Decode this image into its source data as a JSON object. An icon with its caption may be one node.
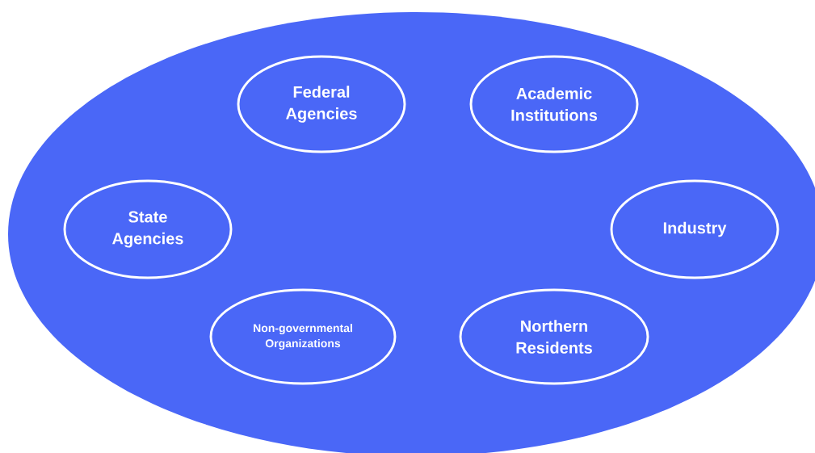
{
  "diagram": {
    "nodes": [
      {
        "text": [],
        "shape": "ellipse"
      },
      {
        "text": [
          "Federal Agencies"
        ],
        "in": 0
      },
      {
        "text": [
          "Academic Institutions"
        ],
        "in": 0
      },
      {
        "text": [
          "State Agencies"
        ],
        "in": 0
      },
      {
        "text": [
          "Industry"
        ],
        "in": 0
      },
      {
        "text": [
          "Non-governmental Organizations"
        ],
        "in": 0
      },
      {
        "text": [
          "Northern Residents"
        ],
        "in": 0
      }
    ]
  }
}
